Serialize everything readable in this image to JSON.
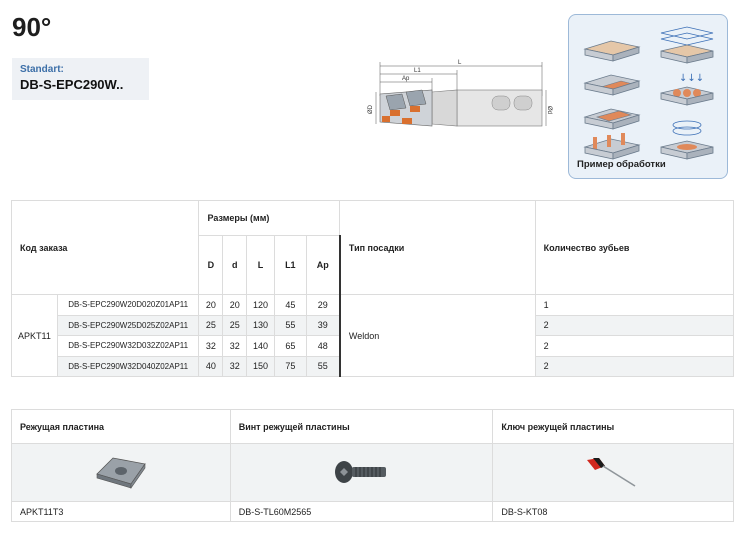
{
  "header": {
    "angle": "90°",
    "standard_label": "Standart:",
    "standard_code": "DB-S-EPC290W.."
  },
  "drawing": {
    "dim_L": "L",
    "dim_L1": "L1",
    "dim_Ap": "Ap",
    "dim_D": "ØD",
    "dim_d": "Ød"
  },
  "examples": {
    "label": "Пример обработки"
  },
  "main_table": {
    "col_order_code": "Код заказа",
    "col_dimensions": "Размеры (мм)",
    "col_fit_type": "Тип посадки",
    "col_teeth": "Количество зубьев",
    "sub_headers": [
      "D",
      "d",
      "L",
      "L1",
      "Ap"
    ],
    "group": "APKT11",
    "fit": "Weldon",
    "rows": [
      {
        "code": "DB-S-EPC290W20D020Z01AP11",
        "D": "20",
        "d": "20",
        "L": "120",
        "L1": "45",
        "Ap": "29",
        "teeth": "1"
      },
      {
        "code": "DB-S-EPC290W25D025Z02AP11",
        "D": "25",
        "d": "25",
        "L": "130",
        "L1": "55",
        "Ap": "39",
        "teeth": "2"
      },
      {
        "code": "DB-S-EPC290W32D032Z02AP11",
        "D": "32",
        "d": "32",
        "L": "140",
        "L1": "65",
        "Ap": "48",
        "teeth": "2"
      },
      {
        "code": "DB-S-EPC290W32D040Z02AP11",
        "D": "40",
        "d": "32",
        "L": "150",
        "L1": "75",
        "Ap": "55",
        "teeth": "2"
      }
    ]
  },
  "parts_table": {
    "col_insert": "Режущая пластина",
    "col_screw": "Винт режущей пластины",
    "col_key": "Ключ режущей пластины",
    "insert_code": "APKT11T3",
    "screw_code": "DB-S-TL60M2565",
    "key_code": "DB-S-KT08"
  }
}
